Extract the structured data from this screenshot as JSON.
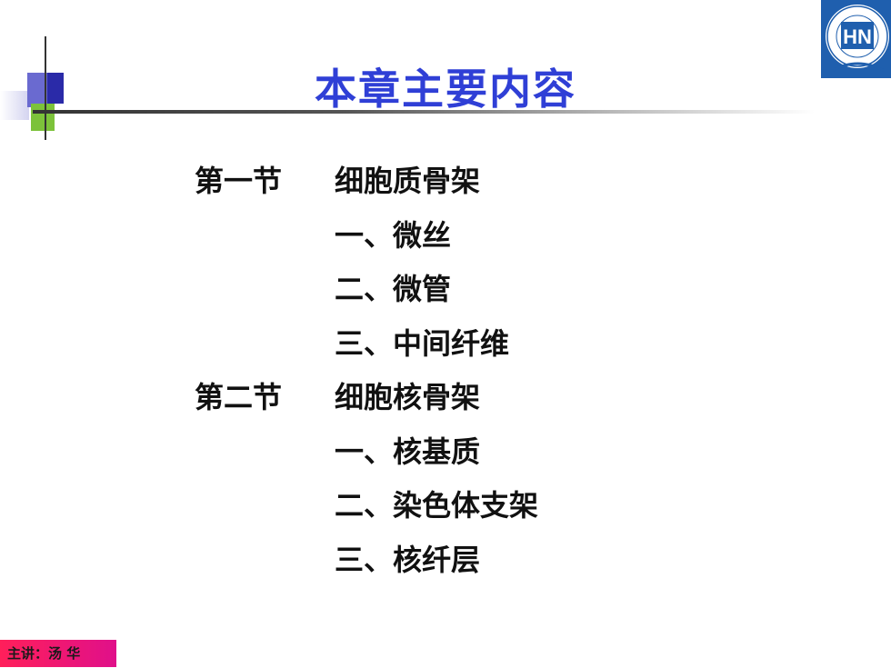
{
  "slide": {
    "title": "本章主要内容",
    "outline": [
      {
        "section": "第一节",
        "text": "细胞质骨架"
      },
      {
        "section": "",
        "text": "一、微丝"
      },
      {
        "section": "",
        "text": "二、微管"
      },
      {
        "section": "",
        "text": "三、中间纤维"
      },
      {
        "section": "第二节",
        "text": "细胞核骨架"
      },
      {
        "section": "",
        "text": "一、核基质"
      },
      {
        "section": "",
        "text": "二、染色体支架"
      },
      {
        "section": "",
        "text": "三、核纤层"
      }
    ],
    "logo": {
      "text": "HN"
    },
    "footer": "主讲：汤 华"
  },
  "colors": {
    "title": "#2f3fd6",
    "footer_bg": "#ff1f5a",
    "accent_green": "#7cc23a",
    "accent_blue": "#2a2aa8"
  }
}
